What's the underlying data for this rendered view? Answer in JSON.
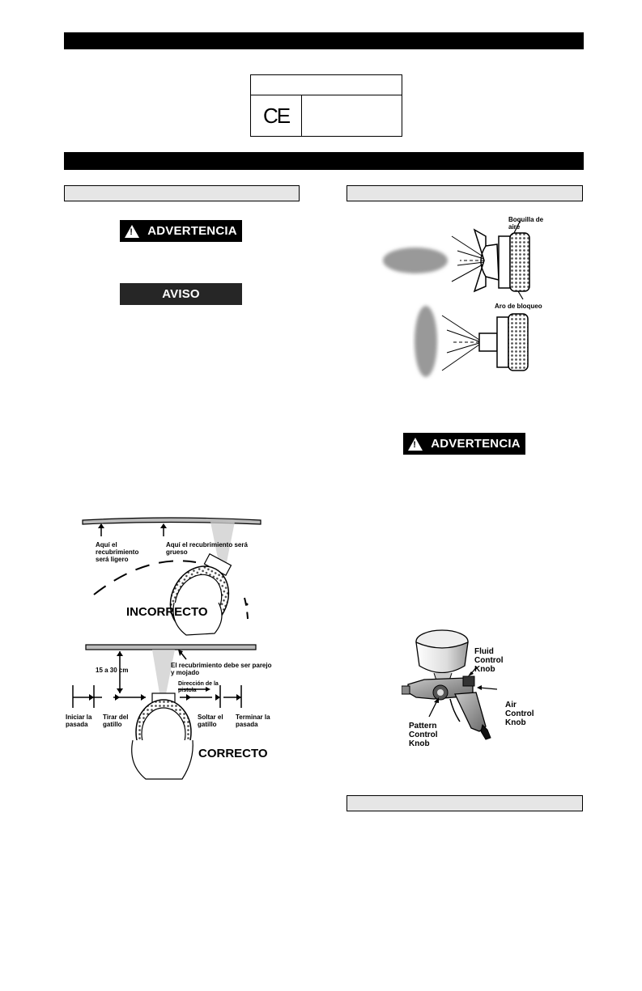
{
  "ce_mark": "CE",
  "labels": {
    "advertencia_1": "ADVERTENCIA",
    "aviso": "AVISO",
    "advertencia_2": "ADVERTENCIA"
  },
  "air_cap_diagram": {
    "boquilla": "Boquilla de aire",
    "aro": "Aro de bloqueo"
  },
  "technique_diagram": {
    "ligero": "Aquí el recubrimiento será ligero",
    "grueso": "Aquí el recubrimiento será grueso",
    "incorrecto": "INCORRECTO",
    "distancia": "15 a 30 cm",
    "parejo": "El recubrimiento debe ser parejo y mojado",
    "direccion": "Dirección de la pistola",
    "iniciar": "Iniciar la pasada",
    "tirar": "Tirar del gatillo",
    "soltar": "Soltar el gatillo",
    "terminar": "Terminar la pasada",
    "correcto": "CORRECTO"
  },
  "gun_diagram": {
    "fluid": "Fluid Control Knob",
    "air": "Air Control Knob",
    "pattern": "Pattern Control Knob"
  }
}
